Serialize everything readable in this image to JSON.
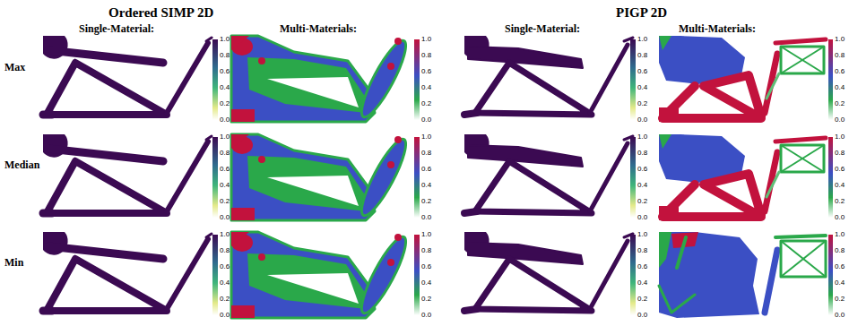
{
  "diagram": {
    "labels": [
      "Ordered SIMP 2D",
      "PIGP 2D",
      "Single-Material:",
      "Multi-Materials:",
      "Single-Material:",
      "Multi-Materials:",
      "Max",
      "Median",
      "Min",
      "1.0",
      "0.8",
      "0.6",
      "0.4",
      "0.2",
      "0.0",
      "1.0",
      "0.8",
      "0.6",
      "0.4",
      "0.2",
      "0.0",
      "1.0",
      "0.8",
      "0.6",
      "0.4",
      "0.2",
      "0.0",
      "1.0",
      "0.8",
      "0.6",
      "0.4",
      "0.2",
      "0.0",
      "1.0",
      "0.8",
      "0.6",
      "0.4",
      "0.2",
      "0.0",
      "1.0",
      "0.8",
      "0.6",
      "0.4",
      "0.2",
      "0.0",
      "1.0",
      "0.8",
      "0.6",
      "0.4",
      "0.2",
      "0.0",
      "1.0",
      "0.8",
      "0.6",
      "0.4",
      "0.2",
      "0.0",
      "1.0",
      "0.8",
      "0.6",
      "0.4",
      "0.2",
      "0.0",
      "1.0",
      "0.8",
      "0.6",
      "0.4",
      "0.2",
      "0.0",
      "1.0",
      "0.8",
      "0.6",
      "0.4",
      "0.2",
      "0.0",
      "1.0",
      "0.8",
      "0.6",
      "0.4",
      "0.2",
      "0.0"
    ]
  }
}
